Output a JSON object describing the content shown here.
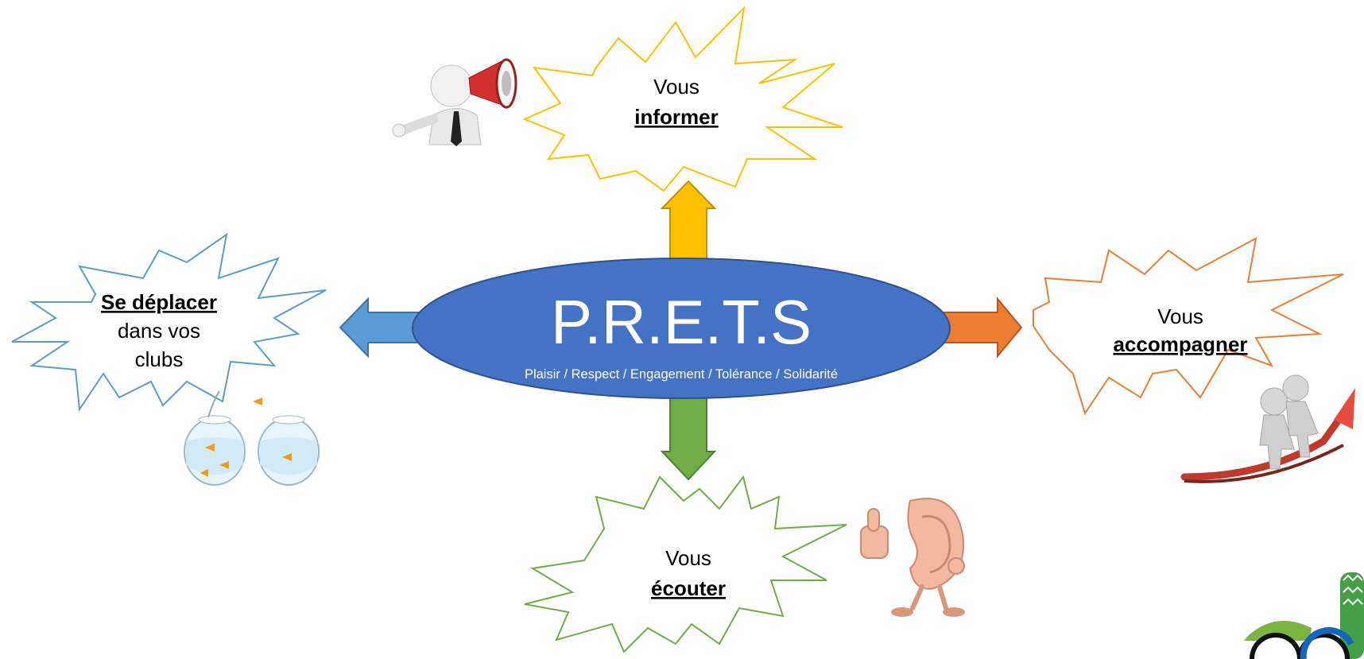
{
  "center": {
    "title": "P.R.E.T.S",
    "subtitle": "Plaisir / Respect / Engagement / Tolérance / Solidarité",
    "color": "#4472c4"
  },
  "bubbles": {
    "top": {
      "line1": "Vous",
      "line2": "informer",
      "color": "#ffc000"
    },
    "right": {
      "line1": "Vous",
      "line2": "accompagner",
      "color": "#ed7d31"
    },
    "bottom": {
      "line1": "Vous",
      "line2": "écouter",
      "color": "#70ad47"
    },
    "left": {
      "line1": "Se déplacer",
      "line2": "dans vos",
      "line3": "clubs",
      "color": "#5b9bd5"
    }
  },
  "illustrations": {
    "top": "megaphone-man-icon",
    "right": "climbing-figures-icon",
    "bottom": "ear-thumbs-up-icon",
    "left": "fish-bowls-icon",
    "corner": "mascot-logo-icon"
  }
}
